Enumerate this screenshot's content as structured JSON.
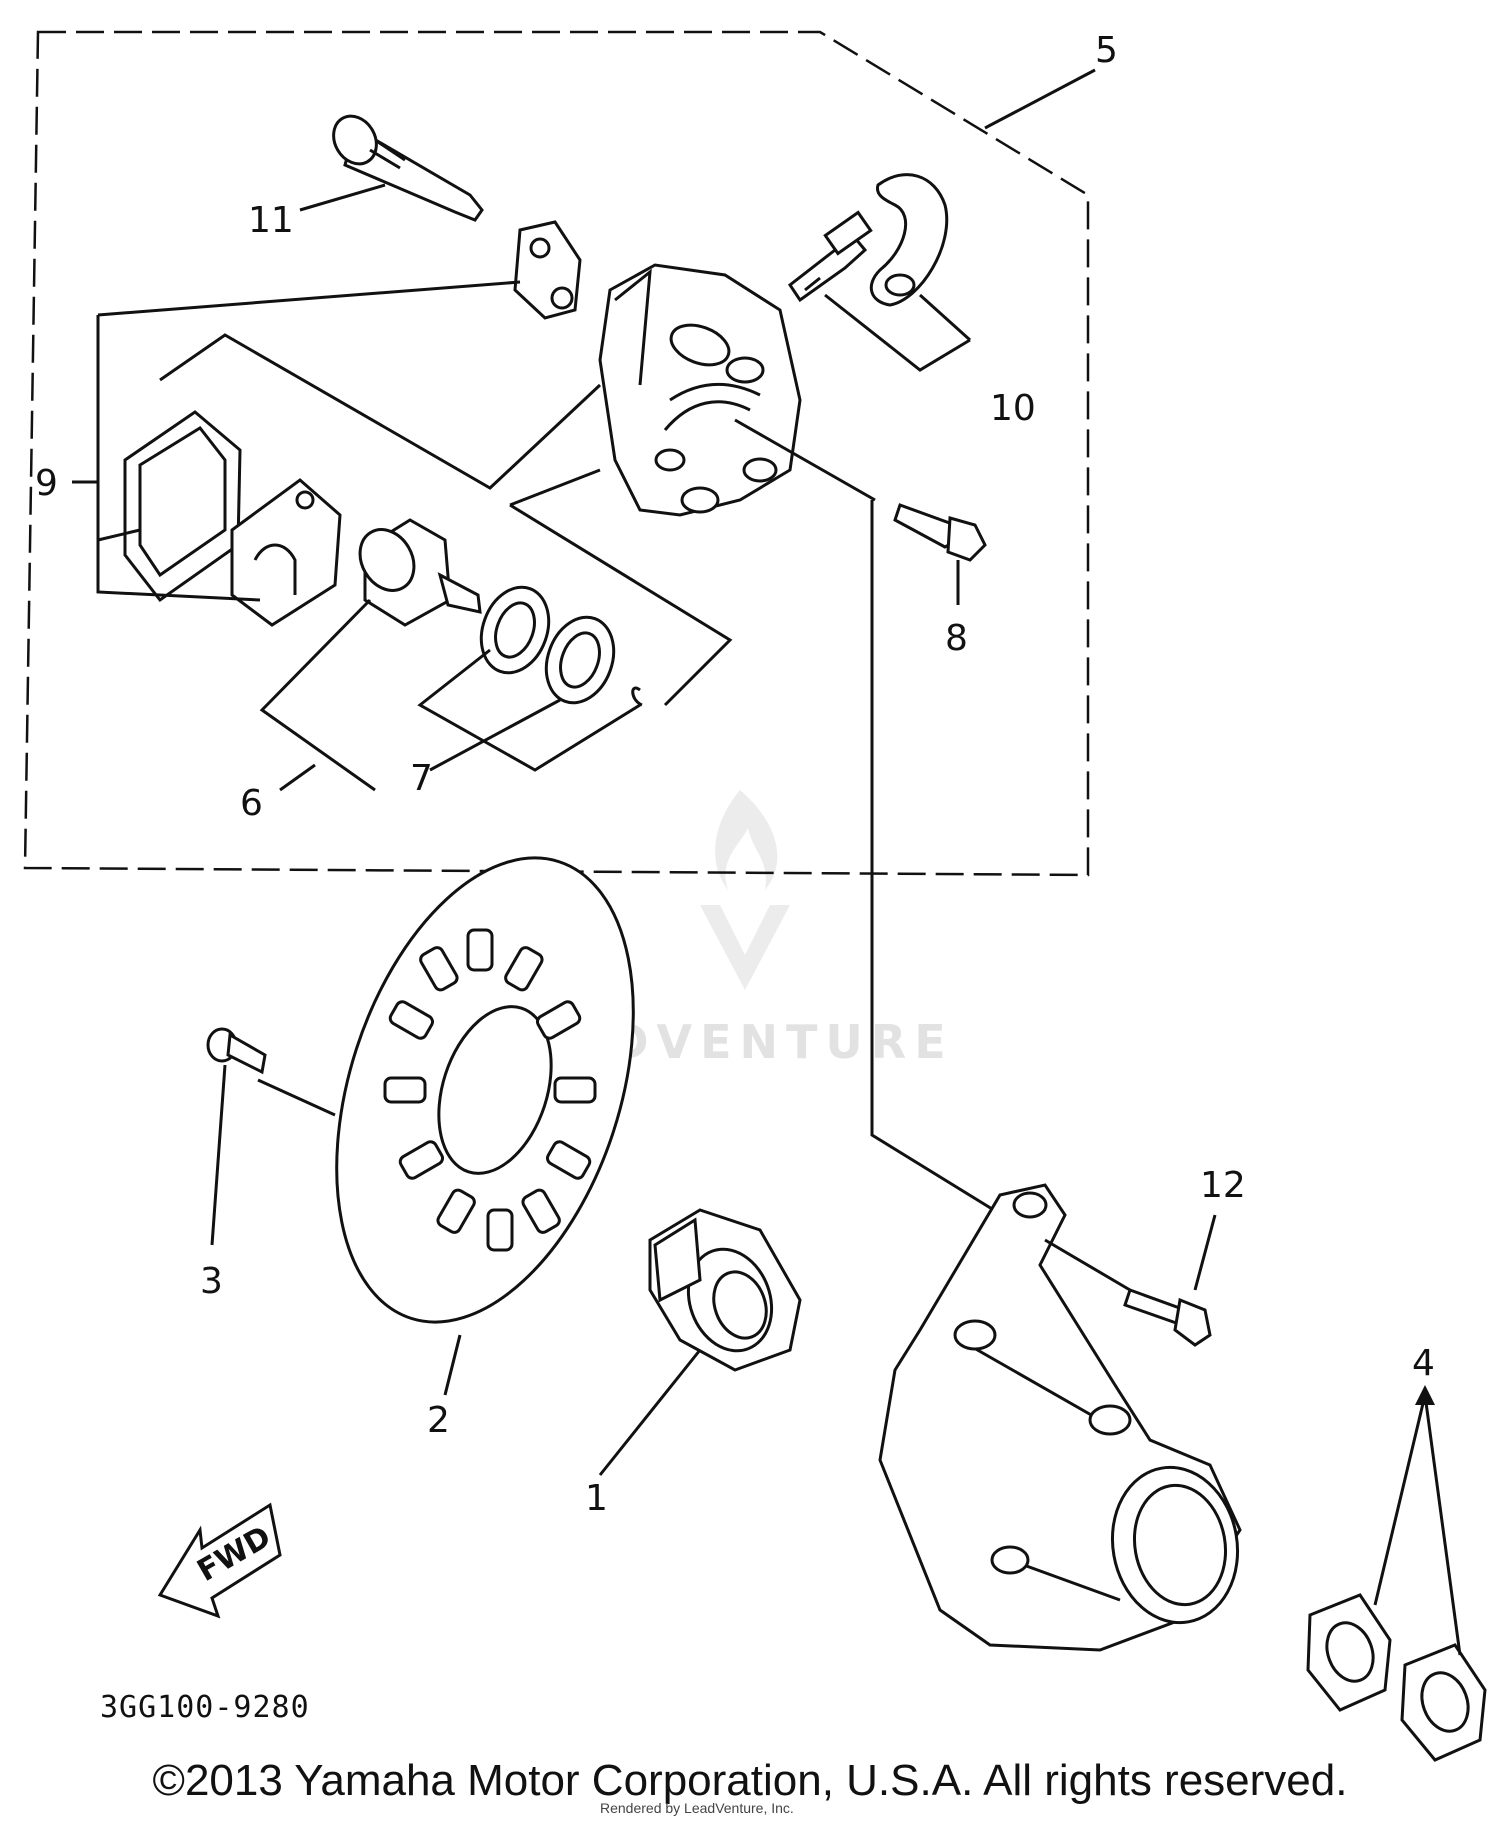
{
  "diagram": {
    "callouts": {
      "p1": "1",
      "p2": "2",
      "p3": "3",
      "p4": "4",
      "p5": "5",
      "p6": "6",
      "p7": "7",
      "p8": "8",
      "p9": "9",
      "p10": "10",
      "p11": "11",
      "p12": "12"
    },
    "diagram_code": "3GG100-9280",
    "fwd_label": "FWD"
  },
  "watermark": {
    "brand": "LEADVENTURE"
  },
  "footer": {
    "copyright": "©2013 Yamaha Motor Corporation, U.S.A. All rights reserved.",
    "rendered_by": "Rendered by LeadVenture, Inc."
  }
}
